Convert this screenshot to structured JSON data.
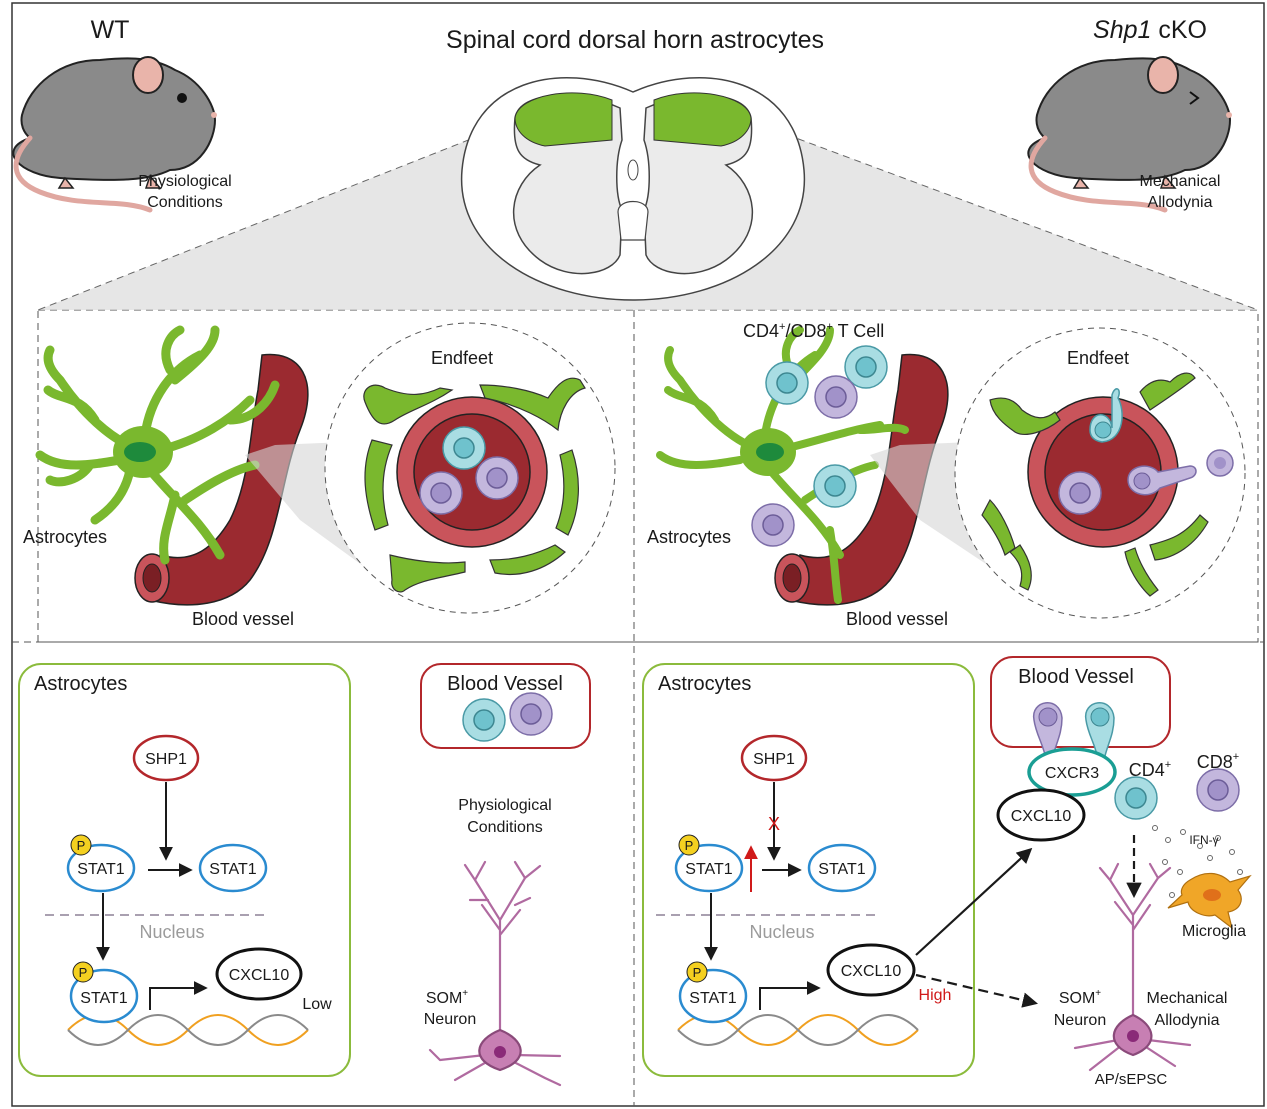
{
  "header": {
    "wt_label": "WT",
    "title": "Spinal cord dorsal horn astrocytes",
    "ko_gene": "Shp1",
    "ko_suffix": " cKO",
    "wt_condition_line1": "Physiological",
    "wt_condition_line2": "Conditions",
    "ko_condition_line1": "Mechanical",
    "ko_condition_line2": "Allodynia"
  },
  "middle": {
    "tcell_label_1": "CD4",
    "tcell_sup_1": "+",
    "tcell_label_2": "/CD8",
    "tcell_sup_2": "+",
    "tcell_label_3": " T Cell",
    "endfeet_left": "Endfeet",
    "endfeet_right": "Endfeet",
    "astrocytes_left": "Astrocytes",
    "astrocytes_right": "Astrocytes",
    "vessel_left": "Blood vessel",
    "vessel_right": "Blood vessel"
  },
  "bottom_left": {
    "astro_title": "Astrocytes",
    "shp1": "SHP1",
    "stat1_p": "STAT1",
    "stat1": "STAT1",
    "p_badge": "P",
    "nucleus": "Nucleus",
    "stat1_dna": "STAT1",
    "cxcl10": "CXCL10",
    "level": "Low",
    "blood_vessel": "Blood Vessel",
    "condition_line1": "Physiological",
    "condition_line2": "Conditions",
    "neuron_line1": "SOM",
    "neuron_sup": "+",
    "neuron_line2": "Neuron"
  },
  "bottom_right": {
    "astro_title": "Astrocytes",
    "shp1": "SHP1",
    "stat1_p": "STAT1",
    "stat1": "STAT1",
    "p_badge": "P",
    "inhibit_mark": "X",
    "nucleus": "Nucleus",
    "stat1_dna": "STAT1",
    "cxcl10": "CXCL10",
    "level": "High",
    "blood_vessel": "Blood Vessel",
    "cxcr3": "CXCR3",
    "cxcl10_t": "CXCL10",
    "cd4": "CD4",
    "cd4_sup": "+",
    "cd8": "CD8",
    "cd8_sup": "+",
    "ifn": "IFN-γ",
    "microglia": "Microglia",
    "neuron_line1": "SOM",
    "neuron_sup": "+",
    "neuron_line2": "Neuron",
    "outcome_line1": "Mechanical",
    "outcome_line2": "Allodynia",
    "ap": "AP/sEPSC"
  },
  "colors": {
    "astrocyte_green": "#7ab82e",
    "nucleus_green": "#1e8a3c",
    "vessel_red": "#9b2a30",
    "vessel_light": "#c9545b",
    "tcell_cyan": "#a9dde3",
    "tcell_purple": "#c3b7dd",
    "stat_blue": "#2a8bd0",
    "shp_red": "#b3272b",
    "cxcr3_teal": "#1a9e94",
    "p_yellow": "#f4d020",
    "dna_orange": "#f0a020",
    "neuron_pink": "#c77fb3",
    "microglia_orange": "#f0a628",
    "mouse_gray": "#8a8a8a",
    "high_red": "#d01a1a"
  }
}
